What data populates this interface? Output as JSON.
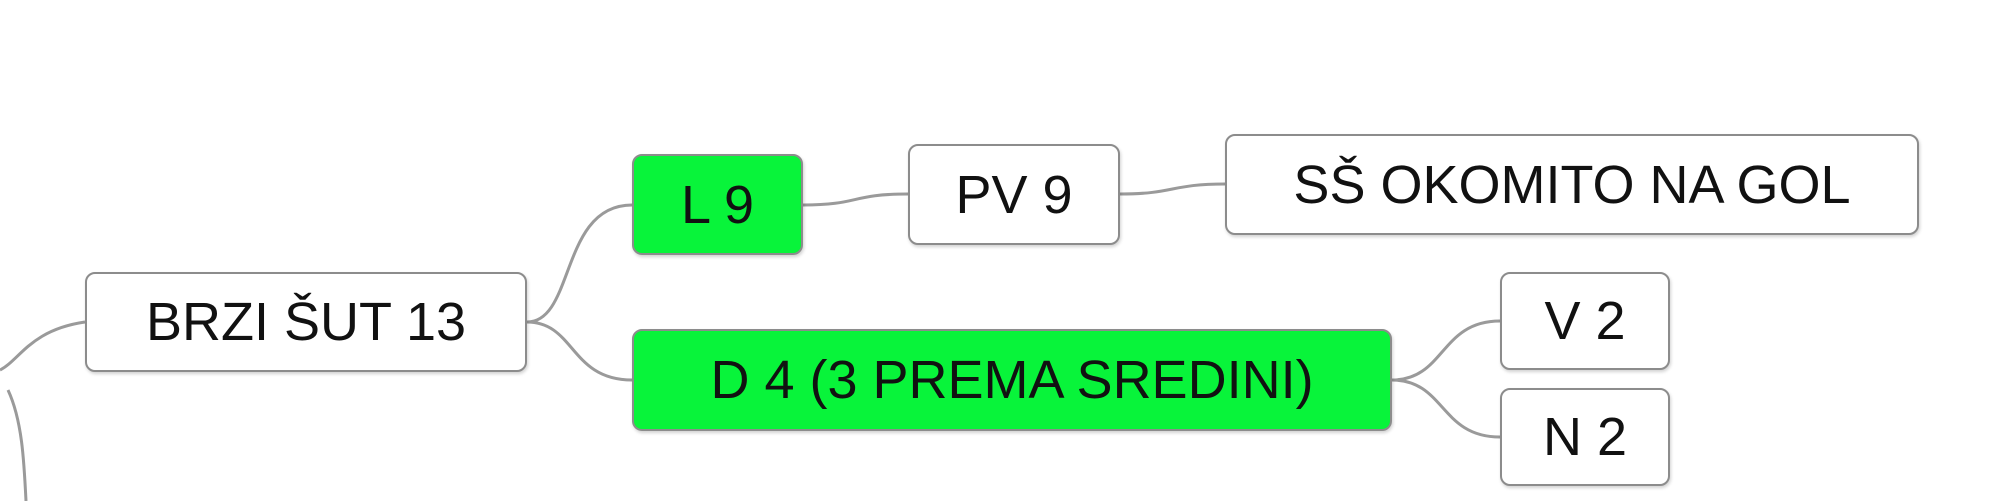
{
  "diagram": {
    "type": "mind-map",
    "nodes": {
      "brzi_sut": {
        "label": "BRZI ŠUT 13",
        "highlighted": false
      },
      "l9": {
        "label": "L 9",
        "highlighted": true
      },
      "pv9": {
        "label": "PV 9",
        "highlighted": false
      },
      "ss_okomito": {
        "label": "SŠ OKOMITO NA GOL",
        "highlighted": false
      },
      "d4": {
        "label": "D 4 (3 PREMA SREDINI)",
        "highlighted": true
      },
      "v2": {
        "label": "V 2",
        "highlighted": false
      },
      "n2": {
        "label": "N 2",
        "highlighted": false
      }
    },
    "edges": [
      {
        "from": "root",
        "to": "brzi_sut"
      },
      {
        "from": "brzi_sut",
        "to": "l9"
      },
      {
        "from": "brzi_sut",
        "to": "d4"
      },
      {
        "from": "l9",
        "to": "pv9"
      },
      {
        "from": "pv9",
        "to": "ss_okomito"
      },
      {
        "from": "d4",
        "to": "v2"
      },
      {
        "from": "d4",
        "to": "n2"
      }
    ],
    "colors": {
      "highlight_fill": "#08f43a",
      "node_fill": "#ffffff",
      "node_border": "#8c8c8c",
      "connector": "#9a9a9a",
      "text": "#111111"
    }
  }
}
